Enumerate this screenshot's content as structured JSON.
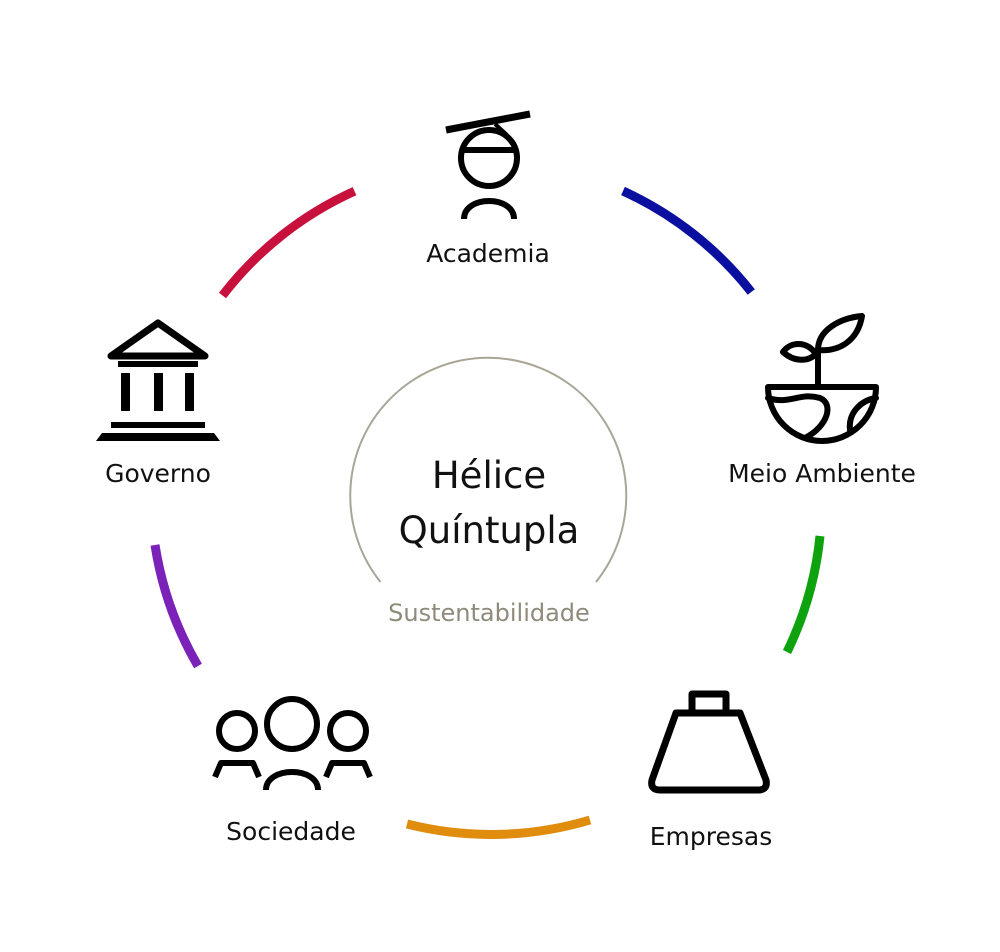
{
  "center": {
    "title_line1": "Hélice",
    "title_line2": "Quíntupla",
    "subtitle": "Sustentabilidade",
    "subtitle_color": "#8f8b7a",
    "ring_color": "#a9a697"
  },
  "nodes": {
    "academia": {
      "label": "Academia",
      "icon": "graduate-icon"
    },
    "meio_ambiente": {
      "label": "Meio Ambiente",
      "icon": "plant-globe-icon"
    },
    "empresas": {
      "label": "Empresas",
      "icon": "briefcase-icon"
    },
    "sociedade": {
      "label": "Sociedade",
      "icon": "people-group-icon"
    },
    "governo": {
      "label": "Governo",
      "icon": "government-building-icon"
    }
  },
  "connectors": {
    "academia_meio_ambiente": {
      "color": "#0a0fa0"
    },
    "meio_ambiente_empresas": {
      "color": "#0ea30e"
    },
    "empresas_sociedade": {
      "color": "#e08c0c"
    },
    "sociedade_governo": {
      "color": "#7b22b8"
    },
    "governo_academia": {
      "color": "#c8103c"
    }
  },
  "icon_color": "#000000"
}
